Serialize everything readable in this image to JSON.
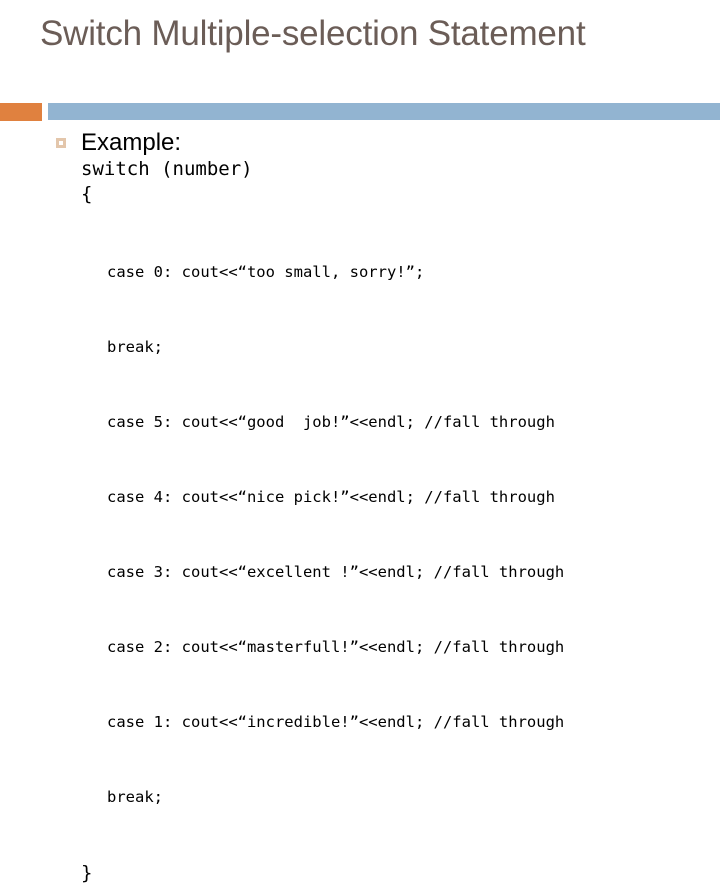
{
  "slide": {
    "title": "Switch Multiple-selection Statement",
    "accent_color": "#e0813f",
    "bar_color": "#92b4d1",
    "title_color": "#6b5d57",
    "bullet_color": "#e3c6ab"
  },
  "body": {
    "bullet_label": "Example:",
    "signature_line": "switch (number)",
    "open_brace": "{",
    "close_brace": "}",
    "code_lines": [
      "case 0: cout<<“too small, sorry!”;",
      "break;",
      "case 5: cout<<“good  job!”<<endl; //fall through",
      "case 4: cout<<“nice pick!”<<endl; //fall through",
      "case 3: cout<<“excellent !”<<endl; //fall through",
      "case 2: cout<<“masterfull!”<<endl; //fall through",
      "case 1: cout<<“incredible!”<<endl; //fall through",
      "break;"
    ]
  }
}
